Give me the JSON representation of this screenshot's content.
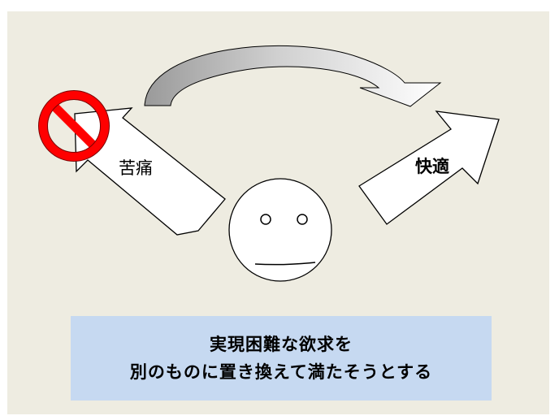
{
  "diagram": {
    "left_arrow_label": "苦痛",
    "right_arrow_label": "快適",
    "caption_line1": "実現困難な欲求を",
    "caption_line2": "別のものに置き換えて満たそうとする"
  },
  "colors": {
    "background": "#eeece1",
    "caption_fill": "#c6d9f1",
    "prohibition_red": "#ff0000",
    "arrow_fill": "#ffffff",
    "curved_arrow_gradient_dark": "#9a9a9a"
  },
  "icons": {
    "prohibition": "no-entry-icon",
    "face": "neutral-face-icon"
  }
}
